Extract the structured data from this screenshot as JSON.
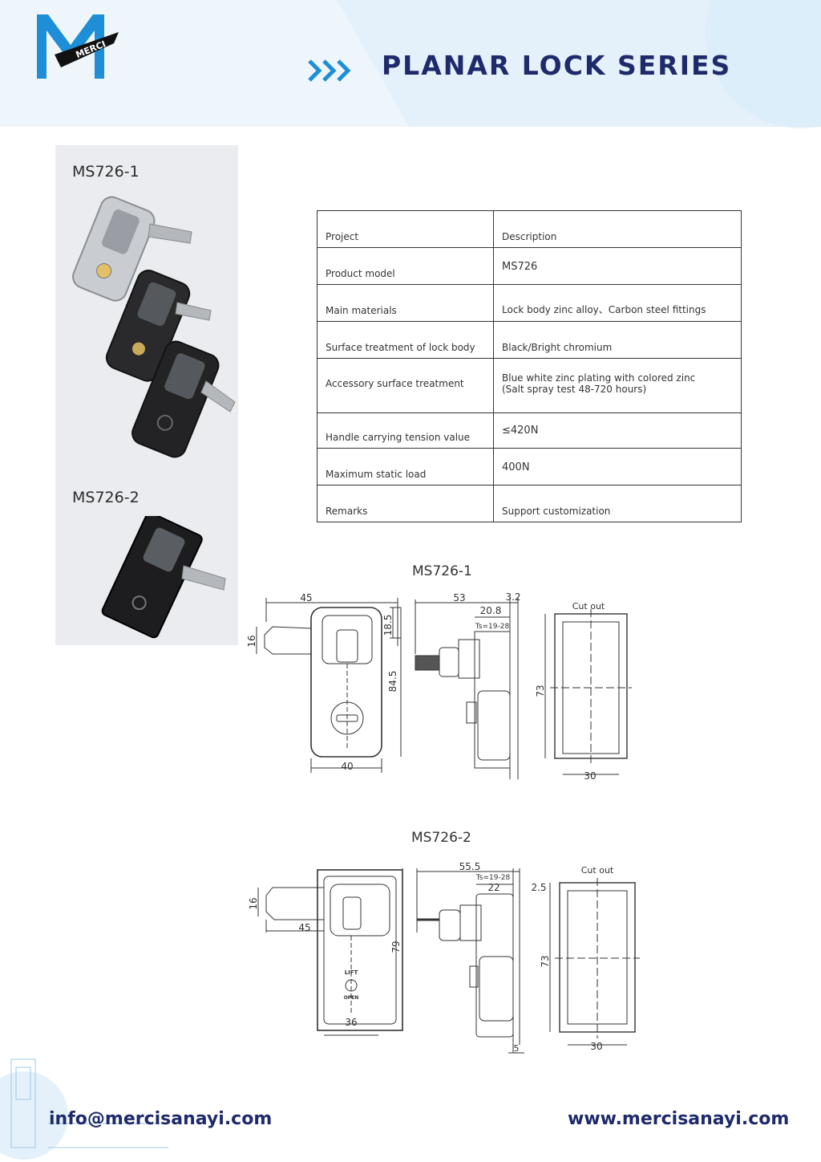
{
  "header": {
    "brand": "MERCI",
    "title": "PLANAR LOCK SERIES"
  },
  "products": [
    {
      "model": "MS726-1"
    },
    {
      "model": "MS726-2"
    }
  ],
  "spec_table": {
    "rows": [
      {
        "label": "Project",
        "value": "Description"
      },
      {
        "label": "Product model",
        "value": "MS726"
      },
      {
        "label": "Main materials",
        "value": "Lock body zinc alloy、Carbon steel fittings"
      },
      {
        "label": "Surface treatment of lock body",
        "value": "Black/Bright chromium"
      },
      {
        "label": "Accessory surface treatment",
        "value": "Blue white zinc plating with colored zinc",
        "value2": "(Salt spray test 48-720 hours)"
      },
      {
        "label": "Handle carrying tension value",
        "value": "≤420N"
      },
      {
        "label": "Maximum static load",
        "value": "400N"
      },
      {
        "label": "Remarks",
        "value": "Support customization"
      }
    ]
  },
  "drawings": [
    {
      "title": "MS726-1",
      "dims": {
        "w45": "45",
        "h16": "16",
        "h18_5": "18.5",
        "h84_5": "84.5",
        "w40": "40",
        "w53": "53",
        "w3_2": "3.2",
        "w20_8": "20.8",
        "ts": "Ts=19-28",
        "cutout": "Cut out",
        "h73": "73",
        "w30": "30"
      }
    },
    {
      "title": "MS726-2",
      "dims": {
        "h16": "16",
        "w45": "45",
        "h79": "79",
        "w36": "36",
        "lift": "LIFT",
        "open": "OPEN",
        "w55_5": "55.5",
        "ts": "Ts=19-28",
        "w22": "22",
        "w2_5": "2.5",
        "w5": "5",
        "cutout": "Cut out",
        "h73": "73",
        "w30": "30"
      }
    }
  ],
  "footer": {
    "email": "info@mercisanayi.com",
    "website": "www.mercisanayi.com"
  },
  "colors": {
    "navy": "#1f2a6b",
    "accent_blue": "#1e8fd6",
    "light_band": "#e4f1fa"
  }
}
